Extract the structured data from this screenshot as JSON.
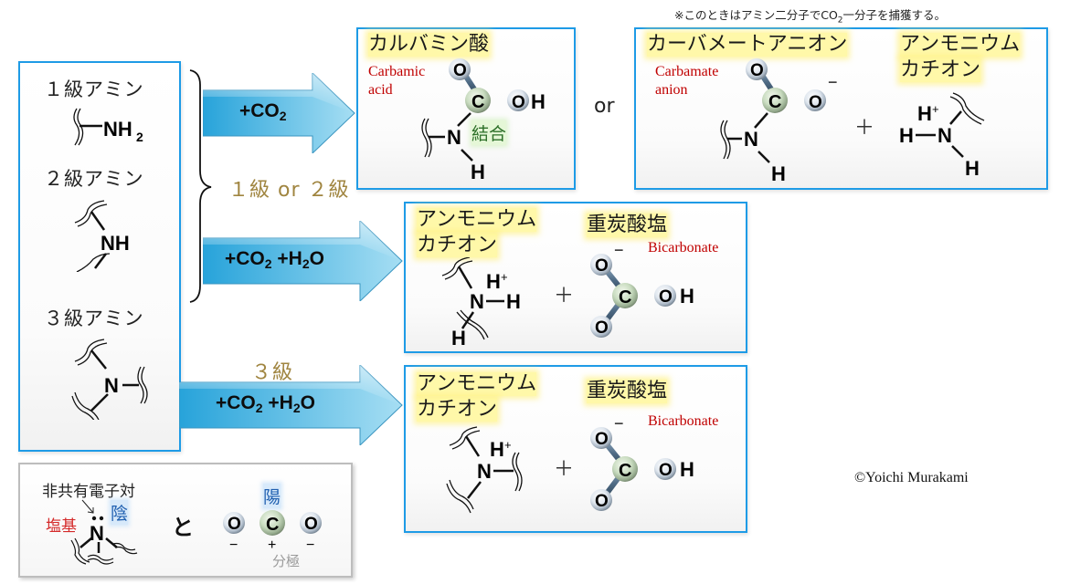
{
  "note": {
    "prefix": "※このときはアミン二分子でCO",
    "sub": "2",
    "suffix": "一分子を捕獲する。"
  },
  "amines": {
    "primary": {
      "label": "１級アミン",
      "formula": "NH",
      "sub": "2"
    },
    "secondary": {
      "label": "２級アミン",
      "formula": "NH"
    },
    "tertiary": {
      "label": "３級アミン",
      "formula": "N"
    }
  },
  "brace_label": "１級 or ２級",
  "tertiary_label": "３級",
  "arrows": [
    {
      "parts": [
        {
          "t": "+CO"
        },
        {
          "s": "2"
        }
      ]
    },
    {
      "parts": [
        {
          "t": "+CO"
        },
        {
          "s": "2"
        },
        {
          "t": " +H"
        },
        {
          "s": "2"
        },
        {
          "t": "O"
        }
      ]
    },
    {
      "parts": [
        {
          "t": "+CO"
        },
        {
          "s": "2"
        },
        {
          "t": " +H"
        },
        {
          "s": "2"
        },
        {
          "t": "O"
        }
      ]
    }
  ],
  "or_label": "or",
  "carbamic": {
    "title": "カルバミン酸",
    "en_line1": "Carbamic",
    "en_line2": "acid",
    "bond_label": "結合",
    "atoms": {
      "O": "O",
      "C": "C",
      "OH_O": "O",
      "OH_H": "H",
      "N": "N",
      "H": "H"
    }
  },
  "carbamate": {
    "title": "カーバメートアニオン",
    "en_line1": "Carbamate",
    "en_line2": "anion",
    "charge": "−",
    "atoms": {
      "O1": "O",
      "C": "C",
      "O2": "O",
      "N": "N",
      "H": "H"
    }
  },
  "ammonium_top": {
    "title_line1": "アンモニウム",
    "title_line2": "カチオン",
    "atoms": {
      "H_plus": "H",
      "plus_sign": "+",
      "H_left": "H",
      "N": "N",
      "H_bottom": "H"
    }
  },
  "plus": "＋",
  "mid_box": {
    "cation_line1": "アンモニウム",
    "cation_line2": "カチオン",
    "anion_title": "重炭酸塩",
    "anion_en": "Bicarbonate",
    "charge": "−",
    "atoms": {
      "H_plus": "H",
      "plus_sign": "+",
      "N": "N",
      "H_right": "H",
      "H_bottom": "H",
      "O_top": "O",
      "C": "C",
      "O_right": "O",
      "H_oh": "H",
      "O_bottom": "O"
    }
  },
  "bottom_box": {
    "cation_line1": "アンモニウム",
    "cation_line2": "カチオン",
    "anion_title": "重炭酸塩",
    "anion_en": "Bicarbonate",
    "charge": "−",
    "atoms": {
      "H_plus": "H",
      "plus_sign": "+",
      "N": "N",
      "O_top": "O",
      "C": "C",
      "O_right": "O",
      "H_oh": "H",
      "O_bottom": "O"
    }
  },
  "legend": {
    "lone_pair_label": "非共有電子対",
    "base_label": "塩基",
    "negative_label": "陰",
    "and_label": "と",
    "positive_label": "陽",
    "polarization_label": "分極",
    "amine_N": "N",
    "co2_atoms": [
      "O",
      "C",
      "O"
    ],
    "co2_charges": [
      "−",
      "+",
      "−"
    ]
  },
  "copyright": "©Yoichi Murakami",
  "colors": {
    "box_border": "#1e9be6",
    "arrow_light": "#9fdcf2",
    "arrow_dark": "#2aa6db",
    "highlight": "#fff68c",
    "english_red": "#c00000",
    "gold_label": "#a08540",
    "carbon_sphere": "#c9dcc0",
    "oxygen_sphere": "#dde6f0"
  }
}
